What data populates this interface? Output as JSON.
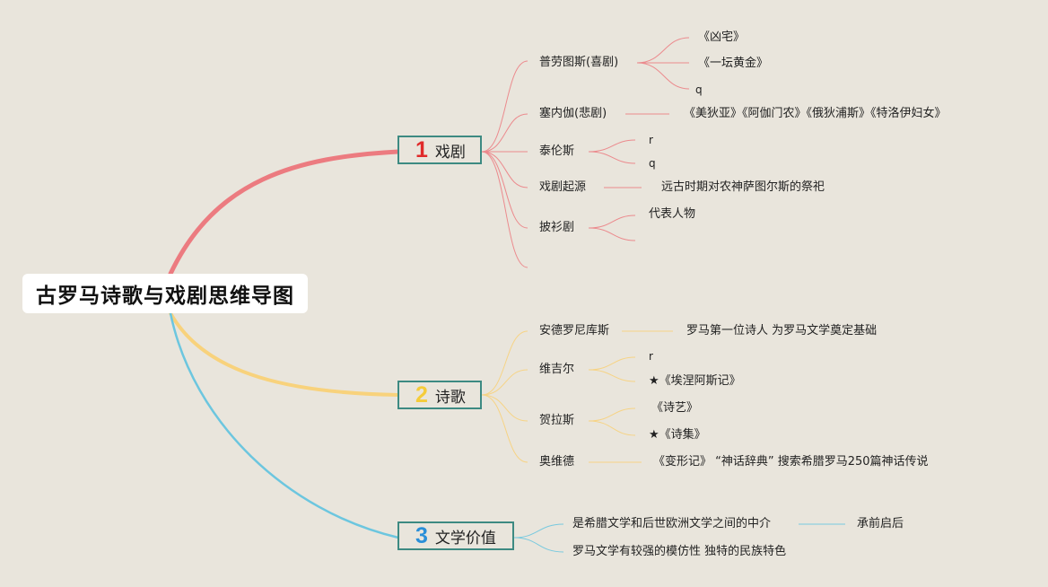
{
  "title": "古罗马诗歌与戏剧思维导图",
  "colors": {
    "background": "#e9e5dc",
    "branch_border": "#3d8a82",
    "drama": "#ec7b80",
    "poetry": "#f8d27c",
    "value": "#6cc6df",
    "num1": "#e02a2a",
    "num2": "#f5cc3a",
    "num3": "#2a8fd8"
  },
  "branches": [
    {
      "num": "1",
      "label": "戏剧",
      "children": [
        {
          "label": "普劳图斯(喜剧)",
          "items": [
            "《凶宅》",
            "《一坛黄金》",
            "q"
          ]
        },
        {
          "label": "塞内伽(悲剧)",
          "items": [
            "《美狄亚》《阿伽门农》《俄狄浦斯》《特洛伊妇女》"
          ]
        },
        {
          "label": "泰伦斯",
          "items": [
            "r",
            "q"
          ]
        },
        {
          "label": "戏剧起源",
          "items": [
            "远古时期对农神萨图尔斯的祭祀"
          ]
        },
        {
          "label": "披衫剧",
          "items": [
            "代表人物",
            ""
          ]
        }
      ]
    },
    {
      "num": "2",
      "label": "诗歌",
      "children": [
        {
          "label": "安德罗尼库斯",
          "items": [
            "罗马第一位诗人 为罗马文学奠定基础"
          ]
        },
        {
          "label": "维吉尔",
          "items": [
            "r",
            "★《埃涅阿斯记》"
          ]
        },
        {
          "label": "贺拉斯",
          "items": [
            "《诗艺》",
            "★《诗集》"
          ]
        },
        {
          "label": "奥维德",
          "items": [
            "《变形记》 “神话辞典” 搜索希腊罗马250篇神话传说"
          ]
        }
      ]
    },
    {
      "num": "3",
      "label": "文学价值",
      "children": [
        {
          "label": "是希腊文学和后世欧洲文学之间的中介",
          "items": [
            "承前启后"
          ]
        },
        {
          "label": "罗马文学有较强的模仿性 独特的民族特色",
          "items": []
        }
      ]
    }
  ]
}
